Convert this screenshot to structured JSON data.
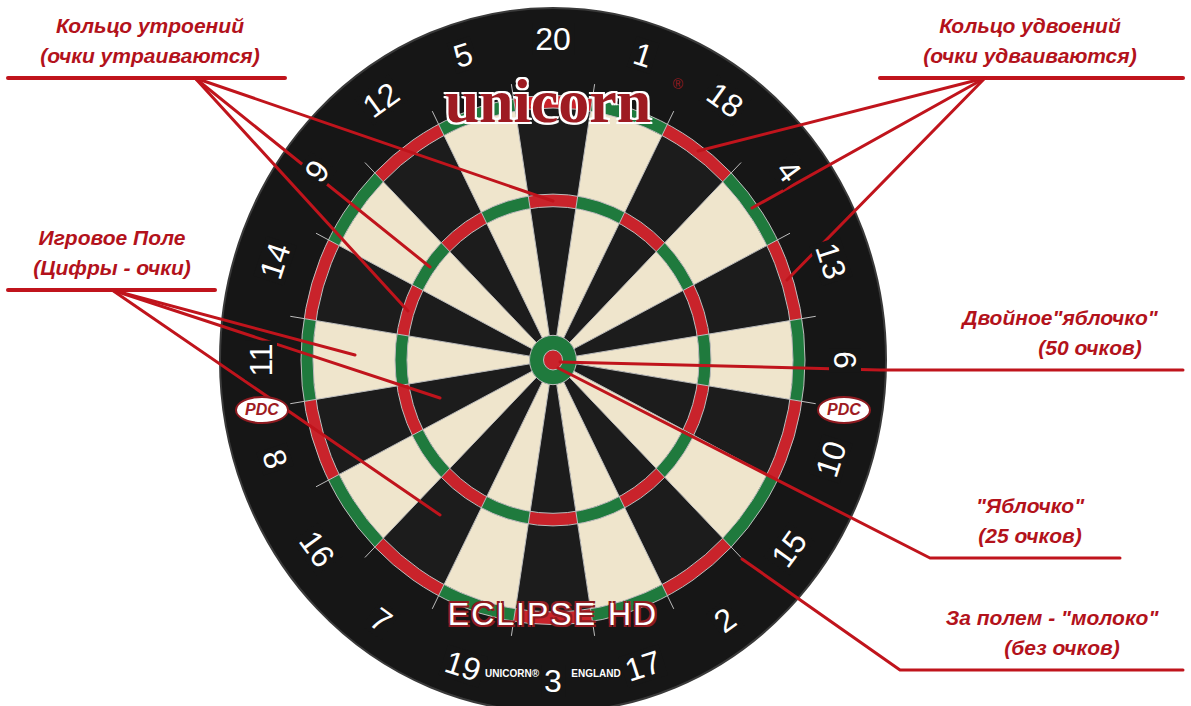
{
  "diagram": {
    "nodes": [
      {
        "text": [
          "PDC"
        ]
      },
      {
        "text": [
          "PDC"
        ]
      }
    ],
    "labels": [
      "Кольцо утроений",
      "(очки утраиваются)",
      "Кольцо удвоений",
      "(очки удваиваются)",
      "Игровое Поле",
      "(Цифры - очки)",
      "Двойное\"яблочко\"",
      "(50 очков)",
      "\"Яблочко\"",
      "(25 очков)",
      "За полем - \"молоко\"",
      "(без очков)",
      "unicorn",
      "®",
      "ECLIPSE HD",
      "UNICORN®",
      "ENGLAND",
      "20",
      "1",
      "18",
      "4",
      "13",
      "6",
      "10",
      "15",
      "2",
      "17",
      "3",
      "19",
      "7",
      "16",
      "8",
      "11",
      "14",
      "9",
      "12",
      "5"
    ]
  }
}
